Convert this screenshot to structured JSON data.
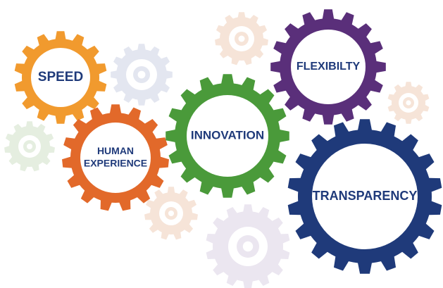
{
  "gears": [
    {
      "id": "speed",
      "label_lines": [
        "SPEED"
      ],
      "color": "#f19a2e"
    },
    {
      "id": "human-experience",
      "label_lines": [
        "HUMAN",
        "EXPERIENCE"
      ],
      "color": "#e2692a"
    },
    {
      "id": "innovation",
      "label_lines": [
        "INNOVATION"
      ],
      "color": "#4a9a3a"
    },
    {
      "id": "flexibility",
      "label_lines": [
        "FLEXIBILTY"
      ],
      "color": "#5a2f7a"
    },
    {
      "id": "transparency",
      "label_lines": [
        "TRANSPARENCY"
      ],
      "color": "#1f3a7a"
    }
  ],
  "background_gears": [
    {
      "id": "faint-blue-gear",
      "color": "#e3e6f0"
    },
    {
      "id": "faint-peach-gear-top",
      "color": "#f6e4d8"
    },
    {
      "id": "faint-peach-gear-right",
      "color": "#f6e4d8"
    },
    {
      "id": "faint-green-gear",
      "color": "#e5eee0"
    },
    {
      "id": "faint-peach-gear-bottom",
      "color": "#f6e4d8"
    },
    {
      "id": "faint-purple-gear",
      "color": "#ebe6f0"
    }
  ],
  "label_color": "#1f3a7a"
}
